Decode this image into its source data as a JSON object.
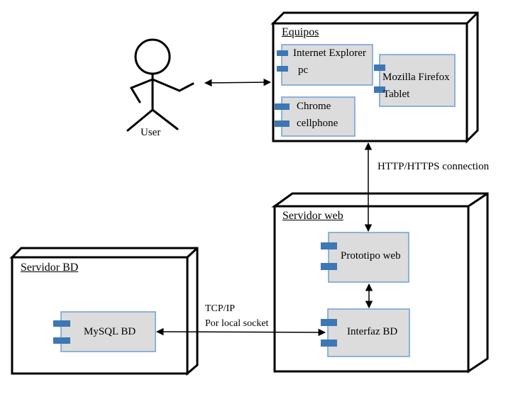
{
  "actor": {
    "label": "User"
  },
  "nodes": {
    "equipos": {
      "title": "Equipos"
    },
    "servidor_web": {
      "title": "Servidor web"
    },
    "servidor_bd": {
      "title": "Servidor BD"
    }
  },
  "components": {
    "ie": {
      "line1": "Internet Explorer",
      "line2": "pc"
    },
    "firefox": {
      "line1": "Mozilla Firefox",
      "line2": "Tablet"
    },
    "chrome": {
      "line1": "Chrome",
      "line2": "cellphone"
    },
    "prototipo": {
      "label": "Prototipo web"
    },
    "interfaz": {
      "label": "Interfaz BD"
    },
    "mysql": {
      "label": "MySQL BD"
    }
  },
  "connections": {
    "http": {
      "label": "HTTP/HTTPS connection"
    },
    "tcp": {
      "line1": "TCP/IP",
      "line2": "Por local socket"
    }
  },
  "colors": {
    "component_fill": "#dcdcdc",
    "component_border": "#6f9fd3",
    "port_fill": "#3d77b5",
    "node_border": "#000000"
  }
}
